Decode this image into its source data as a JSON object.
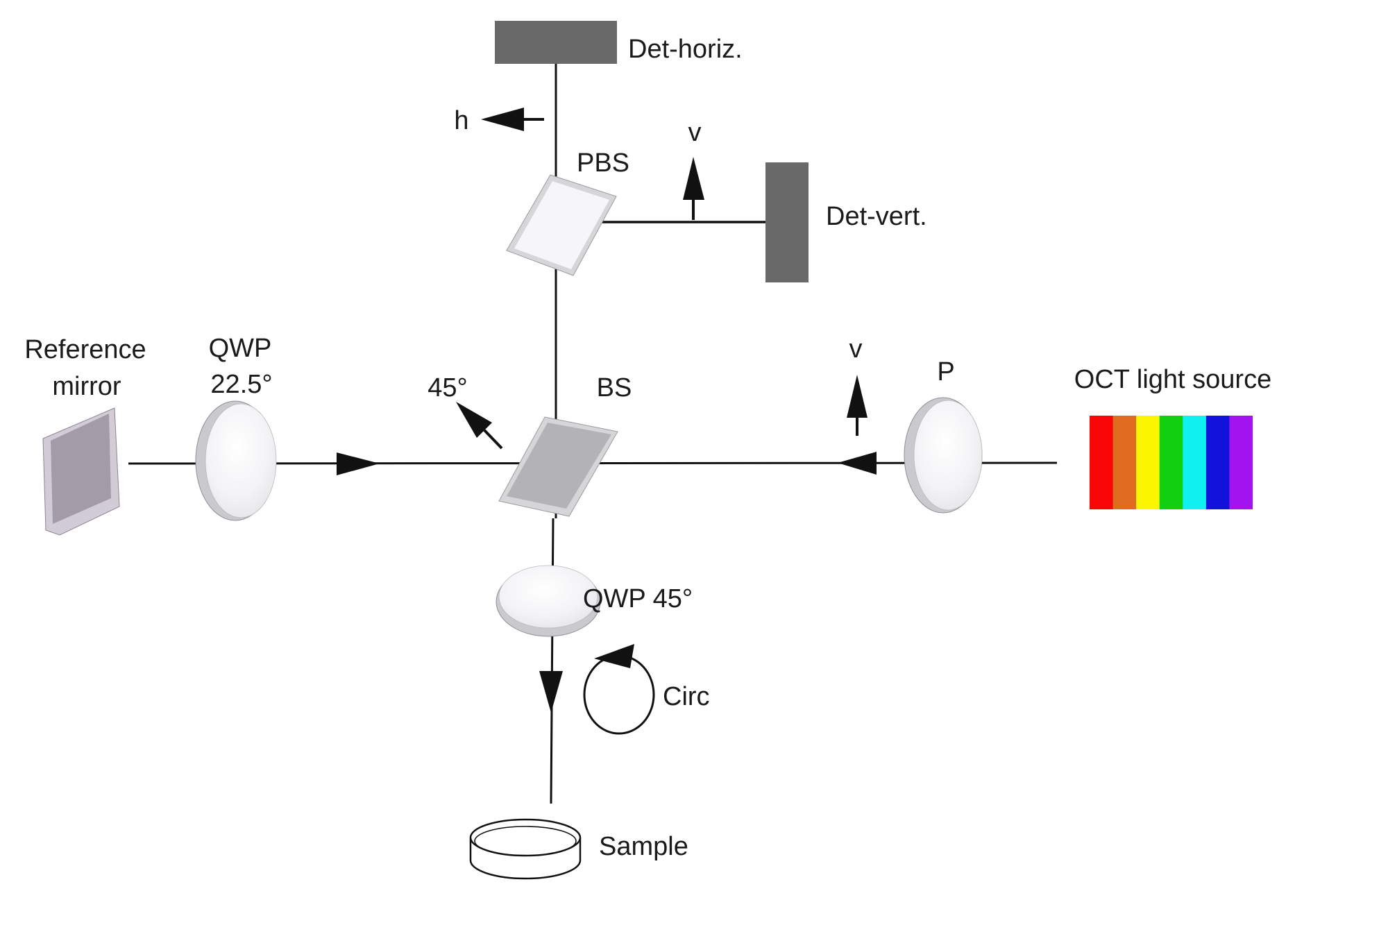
{
  "diagram": {
    "type": "optical-setup",
    "labels": {
      "det_horiz": "Det-horiz.",
      "det_vert": "Det-vert.",
      "pbs": "PBS",
      "bs": "BS",
      "h": "h",
      "v_top": "v",
      "v_source": "v",
      "p": "P",
      "oct_source": "OCT light source",
      "reference_line1": "Reference",
      "reference_line2": "mirror",
      "qwp_ref_line1": "QWP",
      "qwp_ref_line2": "22.5°",
      "angle_45": "45°",
      "qwp_sample": "QWP 45°",
      "circ": "Circ",
      "sample": "Sample"
    },
    "colors": {
      "detector": "#696969",
      "beam": "#111111",
      "pbs_face": "#f6f6f8",
      "bs_face": "#b3b3b6",
      "slab_edge": "#d6d6d9",
      "mirror_face": "#a49ba8",
      "mirror_edge": "#d2ccd6",
      "lens_rim": "#c9c9ce"
    },
    "spectrum": [
      "#fa0606",
      "#e06c22",
      "#fbf500",
      "#12d112",
      "#0ff0f0",
      "#1212dd",
      "#a213ef"
    ]
  }
}
